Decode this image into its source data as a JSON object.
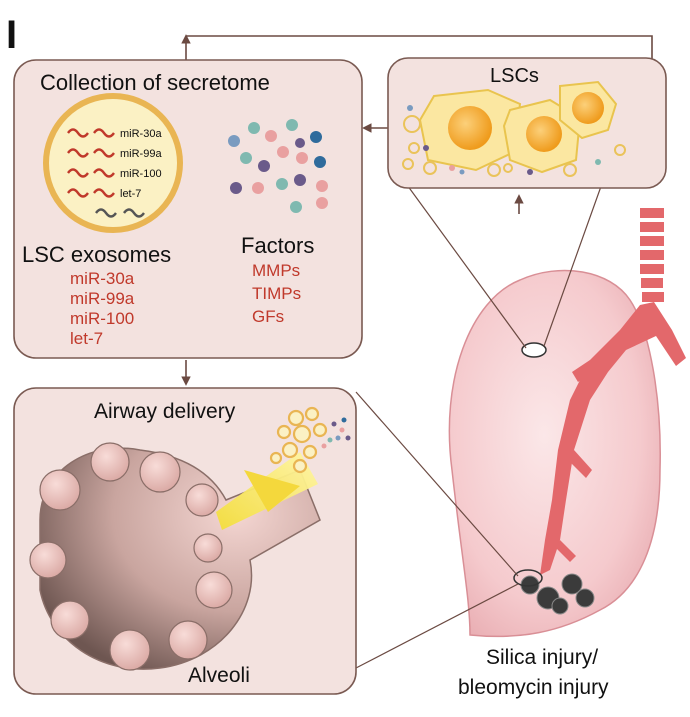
{
  "panel_label": "I",
  "secretome_box": {
    "title": "Collection of secretome",
    "exosome_mirnas": [
      "miR-30a",
      "miR-99a",
      "miR-100",
      "let-7"
    ],
    "exosomes_heading": "LSC exosomes",
    "exosomes_list": [
      "miR-30a",
      "miR-99a",
      "miR-100",
      "let-7"
    ],
    "factors_heading": "Factors",
    "factors_list": [
      "MMPs",
      "TIMPs",
      "GFs"
    ]
  },
  "lsc_box": {
    "title": "LSCs"
  },
  "delivery_box": {
    "title": "Airway delivery",
    "alveoli_label": "Alveoli"
  },
  "injury_label": {
    "line1": "Silica injury/",
    "line2": "bleomycin injury"
  },
  "colors": {
    "box_fill": "#f3e2df",
    "box_stroke": "#7a5a52",
    "highlight_text": "#c0392b",
    "lung_fill": "#f6cfd1",
    "trachea": "#e3686b",
    "cell_yellow": "#fbe7a1",
    "nucleus_orange": "#f4a82c"
  }
}
